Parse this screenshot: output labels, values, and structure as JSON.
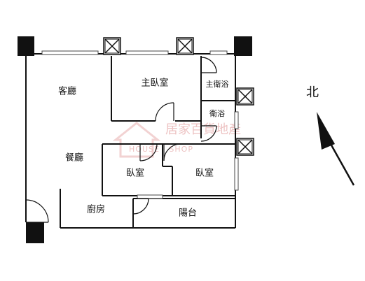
{
  "rooms": {
    "living_room": "客廳",
    "master_bedroom": "主臥室",
    "master_bath": "主衛浴",
    "bathroom": "衛浴",
    "dining_room": "餐廳",
    "bedroom_1": "臥室",
    "bedroom_2": "臥室",
    "kitchen": "廚房",
    "balcony": "陽台"
  },
  "compass": {
    "label": "北",
    "icon": "north-arrow-icon"
  },
  "watermark": {
    "text": "居家百貨地產",
    "sub": "HOUSE · SHOP",
    "color": "#e9b4b4"
  },
  "colors": {
    "wall": "#111111",
    "pillar": "#111111",
    "window": "#888888"
  }
}
